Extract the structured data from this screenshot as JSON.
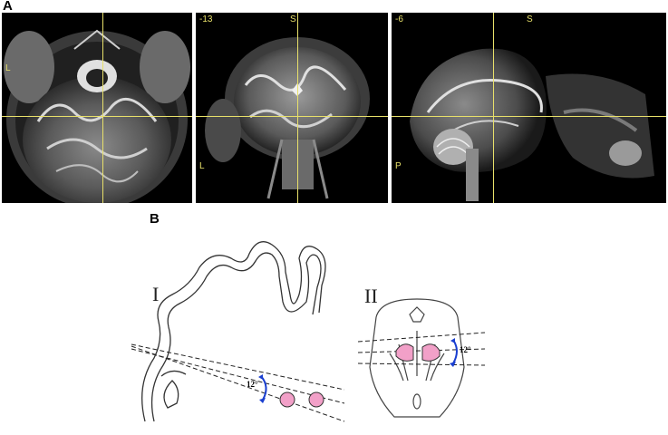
{
  "panels": {
    "a_label": "A",
    "b_label": "B"
  },
  "views": {
    "axial": {
      "left_marker": "L"
    },
    "coronal": {
      "slice": "-13",
      "top_marker": "S",
      "left_marker": "L"
    },
    "sagittal": {
      "slice": "-6",
      "top_marker": "S",
      "left_marker": "P"
    }
  },
  "schematic": {
    "coronal_section": {
      "numeral": "I",
      "angle": "12°"
    },
    "axial_section": {
      "numeral": "II",
      "angle": "12°"
    }
  },
  "colors": {
    "crosshair": "#e8e06a",
    "target": "#f2a0c8",
    "angle_arrow": "#1a3fd0"
  }
}
